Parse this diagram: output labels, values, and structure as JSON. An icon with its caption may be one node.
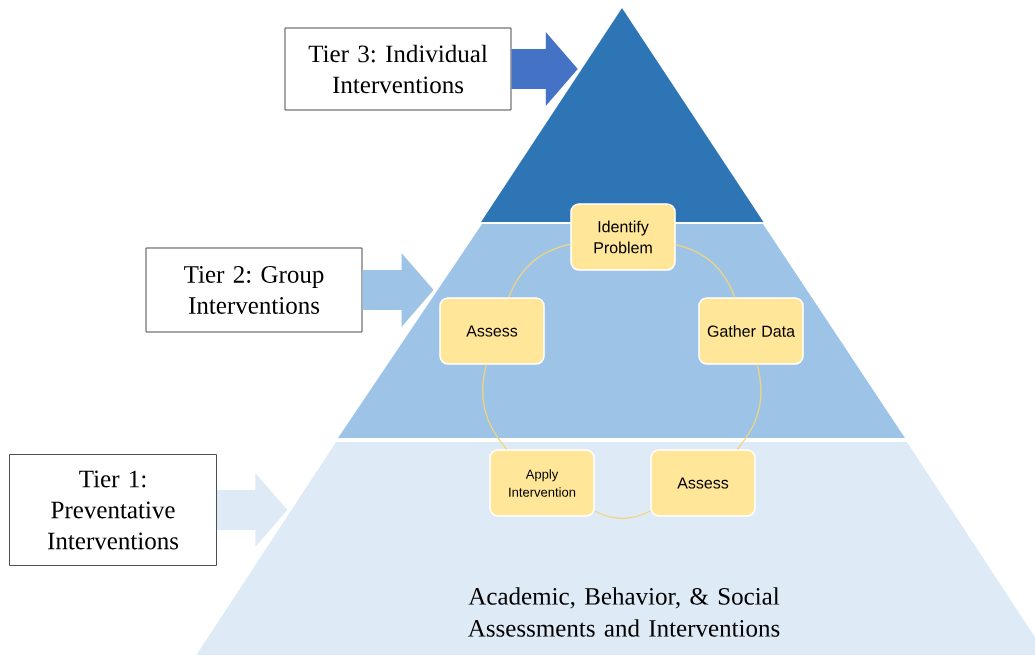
{
  "diagram": {
    "nodes": [
      {
        "text": [
          "Tier 3: Individual Interventions"
        ]
      },
      {
        "text": [],
        "shape": "triangle"
      },
      {
        "text": [
          "Tier 2: Group Interventions"
        ]
      },
      {
        "text": [],
        "shape": "band"
      },
      {
        "text": [
          "Identify Problem"
        ]
      },
      {
        "text": [
          "Gather Data"
        ],
        "in": 3
      },
      {
        "text": [
          "Assess"
        ],
        "in": 3
      },
      {
        "text": [
          "Tier 1: Preventative Interventions"
        ]
      },
      {
        "text": [
          "Academic, Behavior, & Social Assessments and Interventions"
        ]
      },
      {
        "text": [
          "Apply Intervention"
        ],
        "in": 8
      },
      {
        "text": [
          "Assess"
        ],
        "in": 8
      }
    ],
    "edges": [
      {
        "from": 0,
        "to": 1,
        "arrow": "to",
        "style": "thick",
        "color": "#4472c4"
      },
      {
        "from": 2,
        "to": 3,
        "arrow": "to",
        "style": "thick",
        "color": "#9dc3e6"
      },
      {
        "from": 7,
        "to": 8,
        "arrow": "to",
        "style": "thick",
        "color": "#deebf7"
      },
      {
        "from": 4,
        "to": 5,
        "arrow": "none"
      },
      {
        "from": 5,
        "to": 10,
        "arrow": "none"
      },
      {
        "from": 10,
        "to": 9,
        "arrow": "none"
      },
      {
        "from": 9,
        "to": 6,
        "arrow": "none"
      },
      {
        "from": 6,
        "to": 4,
        "arrow": "none"
      }
    ]
  }
}
